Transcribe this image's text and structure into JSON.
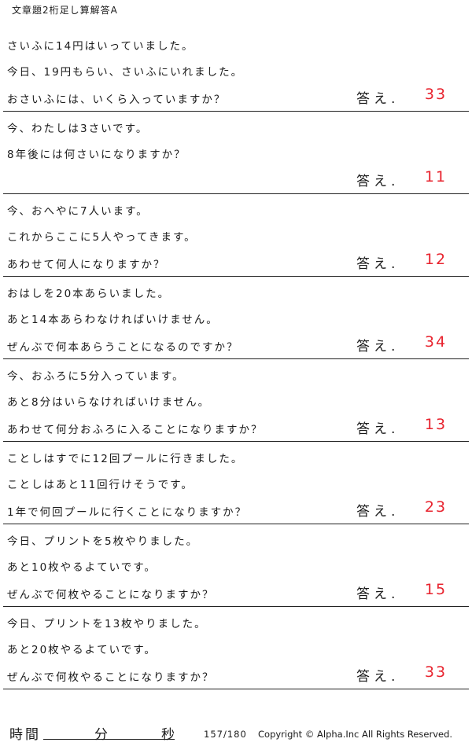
{
  "title": "文章題2桁足し算解答A",
  "answer_label": "答え.",
  "problems": [
    {
      "lines": [
        "さいふに14円はいっていました。",
        "今日、19円もらい、さいふにいれました。",
        "おさいふには、いくら入っていますか？"
      ],
      "answer": "33"
    },
    {
      "lines": [
        "今、わたしは3さいです。",
        "8年後には何さいになりますか？",
        ""
      ],
      "answer": "11"
    },
    {
      "lines": [
        "今、おへやに7人います。",
        "これからここに5人やってきます。",
        "あわせて何人になりますか？"
      ],
      "answer": "12"
    },
    {
      "lines": [
        "おはしを20本あらいました。",
        "あと14本あらわなければいけません。",
        "ぜんぶで何本あらうことになるのですか？"
      ],
      "answer": "34"
    },
    {
      "lines": [
        "今、おふろに5分入っています。",
        "あと8分はいらなければいけません。",
        "あわせて何分おふろに入ることになりますか？"
      ],
      "answer": "13"
    },
    {
      "lines": [
        "ことしはすでに12回プールに行きました。",
        "ことしはあと11回行けそうです。",
        "1年で何回プールに行くことになりますか？"
      ],
      "answer": "23"
    },
    {
      "lines": [
        "今日、プリントを5枚やりました。",
        "あと10枚やるよていです。",
        "ぜんぶで何枚やることになりますか？"
      ],
      "answer": "15"
    },
    {
      "lines": [
        "今日、プリントを13枚やりました。",
        "あと20枚やるよていです。",
        "ぜんぶで何枚やることになりますか？"
      ],
      "answer": "33"
    }
  ],
  "footer": {
    "time_label": "時間",
    "minutes_label": "分",
    "seconds_label": "秒",
    "page": "157/180",
    "copyright": "Copyright ©  Alpha.Inc All Rights Reserved."
  },
  "colors": {
    "answer": "#e8232e",
    "text": "#1a1a1a",
    "rule": "#222222"
  }
}
